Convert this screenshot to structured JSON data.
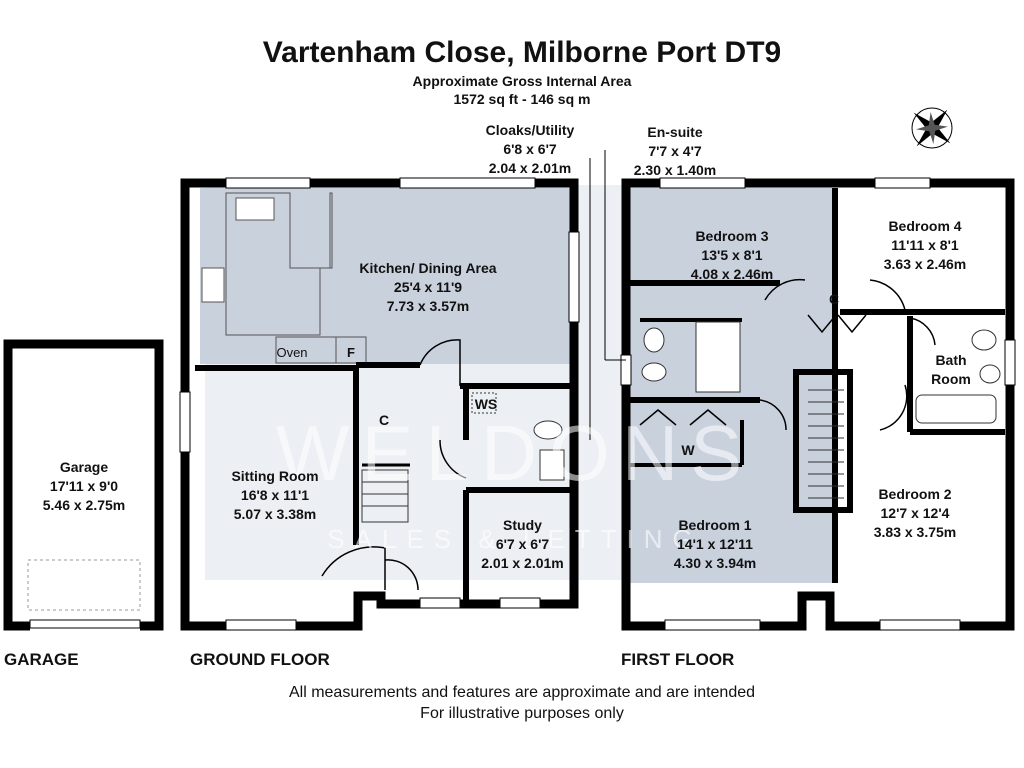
{
  "header": {
    "title": "Vartenham Close, Milborne Port DT9",
    "area_label": "Approximate Gross Internal Area",
    "area_value": "1572 sq ft - 146 sq m"
  },
  "rooms": {
    "cloaks": {
      "name": "Cloaks/Utility",
      "imperial": "6'8 x 6'7",
      "metric": "2.04 x 2.01m"
    },
    "ensuite": {
      "name": "En-suite",
      "imperial": "7'7 x 4'7",
      "metric": "2.30 x 1.40m"
    },
    "kitchen": {
      "name": "Kitchen/ Dining Area",
      "imperial": "25'4 x 11'9",
      "metric": "7.73 x 3.57m"
    },
    "sitting": {
      "name": "Sitting Room",
      "imperial": "16'8 x 11'1",
      "metric": "5.07 x 3.38m"
    },
    "study": {
      "name": "Study",
      "imperial": "6'7 x 6'7",
      "metric": "2.01 x 2.01m"
    },
    "garage": {
      "name": "Garage",
      "imperial": "17'11 x 9'0",
      "metric": "5.46 x 2.75m"
    },
    "bedroom3": {
      "name": "Bedroom 3",
      "imperial": "13'5 x 8'1",
      "metric": "4.08 x 2.46m"
    },
    "bedroom4": {
      "name": "Bedroom 4",
      "imperial": "11'11 x 8'1",
      "metric": "3.63 x 2.46m"
    },
    "bedroom1": {
      "name": "Bedroom 1",
      "imperial": "14'1 x 12'11",
      "metric": "4.30 x 3.94m"
    },
    "bedroom2": {
      "name": "Bedroom 2",
      "imperial": "12'7 x 12'4",
      "metric": "3.83 x 3.75m"
    },
    "bathroom": {
      "line1": "Bath",
      "line2": "Room"
    }
  },
  "fixtures": {
    "oven": "Oven",
    "fridge": "F",
    "cupboard": "C",
    "ws": "WS",
    "wardrobe": "W"
  },
  "floors": {
    "garage": "GARAGE",
    "ground": "GROUND FLOOR",
    "first": "FIRST FLOOR"
  },
  "watermark": {
    "main": "WELDONS",
    "sub": "SALES & LETTING"
  },
  "footer": {
    "line1": "All measurements and features are approximate and are intended",
    "line2": "For illustrative purposes only"
  },
  "colors": {
    "wall": "#000000",
    "floor_fill": "#c9d1dd",
    "background": "#ffffff"
  }
}
